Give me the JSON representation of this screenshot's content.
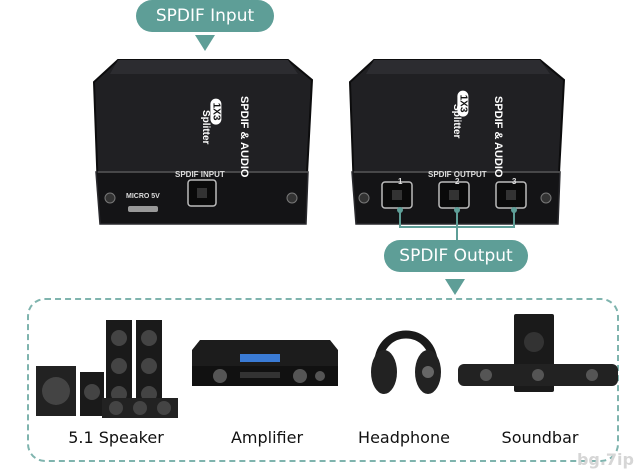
{
  "callouts": {
    "input_label": "SPDIF Input",
    "output_label": "SPDIF Output"
  },
  "device_left": {
    "brand_line1": "SPDIF & AUDIO",
    "brand_line2": "1X3",
    "brand_line3": "Splitter",
    "port_label": "SPDIF INPUT",
    "micro_label": "MICRO 5V"
  },
  "device_right": {
    "brand_line1": "SPDIF & AUDIO",
    "brand_line2": "1X3",
    "brand_line3": "Splitter",
    "port_label": "SPDIF OUTPUT",
    "port_numbers": [
      "1",
      "2",
      "3"
    ]
  },
  "devices": [
    {
      "label": "5.1 Speaker",
      "icon": "speaker-system-icon"
    },
    {
      "label": "Amplifier",
      "icon": "amplifier-icon"
    },
    {
      "label": "Headphone",
      "icon": "headphone-icon"
    },
    {
      "label": "Soundbar",
      "icon": "soundbar-icon"
    }
  ],
  "watermark": "bg.7ip",
  "colors": {
    "teal": "#5e9e97",
    "device_body": "#1c1c1e",
    "frame": "#7fb4ae"
  }
}
